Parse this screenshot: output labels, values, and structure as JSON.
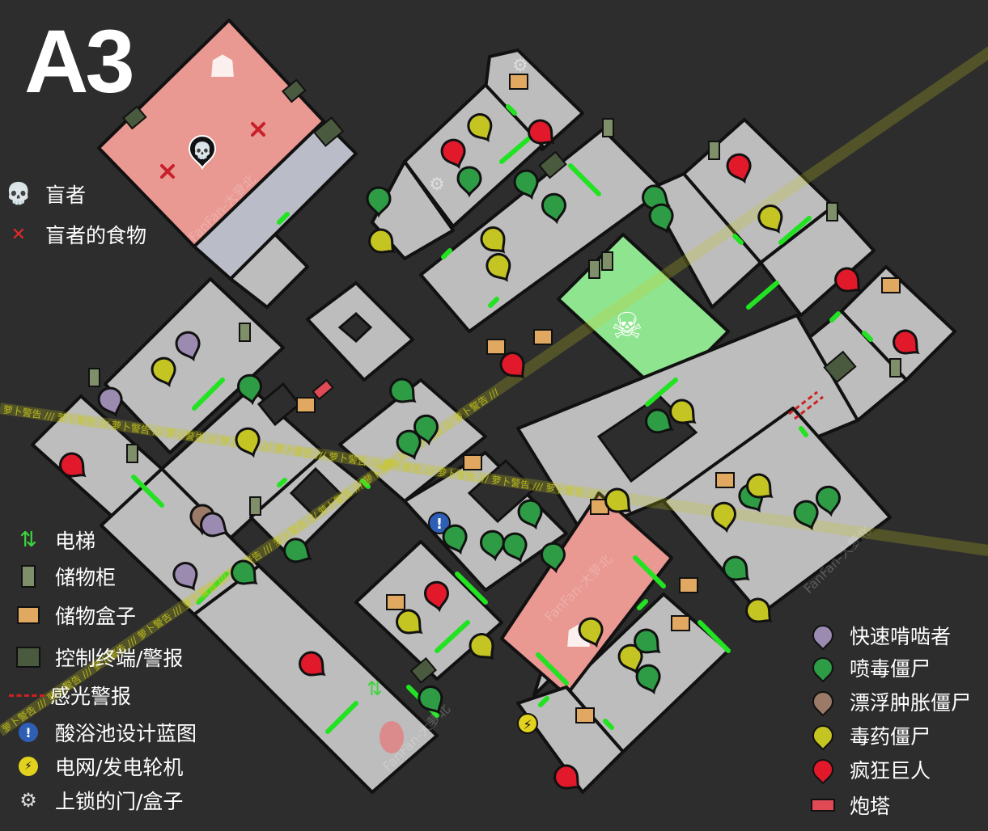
{
  "map": {
    "title": "A3",
    "watermark": "FanFan-大萝北",
    "caution_tape_text": "萝卜警告 /// 萝卜警告 /// 萝卜警告 /// 萝卜警告 /// 萝卜警告 /// 萝卜警告 /// 萝卜警告 /// 萝卜警告 /// 萝卜警告 /// 萝卜警告 /// 萝卜警告 ///"
  },
  "legend_left": [
    {
      "icon": "skull-icon",
      "label": "盲者"
    },
    {
      "icon": "x-mark-icon",
      "label": "盲者的食物"
    },
    {
      "icon": "elevator-icon",
      "label": "电梯"
    },
    {
      "icon": "locker-icon",
      "label": "储物柜"
    },
    {
      "icon": "box-icon",
      "label": "储物盒子"
    },
    {
      "icon": "terminal-icon",
      "label": "控制终端/警报"
    },
    {
      "icon": "laser-alarm-icon",
      "label": "感光警报"
    },
    {
      "icon": "blueprint-icon",
      "label": "酸浴池设计蓝图"
    },
    {
      "icon": "generator-icon",
      "label": "电网/发电轮机"
    },
    {
      "icon": "gear-icon",
      "label": "上锁的门/盒子"
    }
  ],
  "legend_right": [
    {
      "icon": "purple-marker-icon",
      "label": "快速啃啮者"
    },
    {
      "icon": "green-marker-icon",
      "label": "喷毒僵尸"
    },
    {
      "icon": "brown-marker-icon",
      "label": "漂浮肿胀僵尸"
    },
    {
      "icon": "yellow-marker-icon",
      "label": "毒药僵尸"
    },
    {
      "icon": "red-marker-icon",
      "label": "疯狂巨人"
    },
    {
      "icon": "turret-icon",
      "label": "炮塔"
    }
  ],
  "colors": {
    "background": "#2d2d2d",
    "floor": "#bdbdbd",
    "wall": "#111111",
    "blind_room": "#e99892",
    "safe_room": "#8fe58f",
    "corridor": "#babcc8",
    "door": "#22e322",
    "purple": "#9b8bb0",
    "green": "#2e9b45",
    "brown": "#9b7b68",
    "yellow": "#c4c422",
    "red": "#e1192a"
  }
}
